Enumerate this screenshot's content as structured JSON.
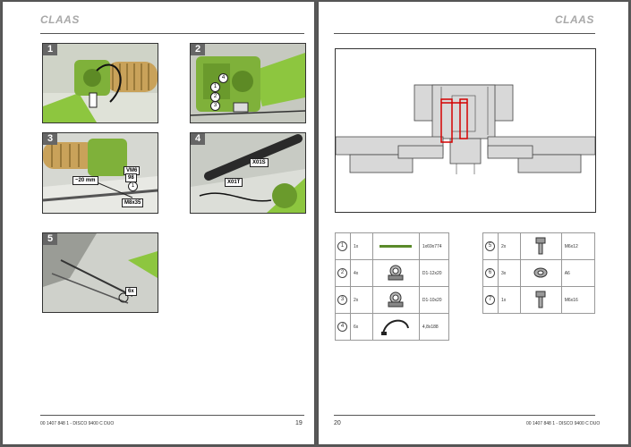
{
  "brand": "CLAAS",
  "left_page": {
    "page_number": "19",
    "footer": "00 1407 848 1 - DISCO 9400 C DUO",
    "figures": [
      {
        "number": "1",
        "callouts": []
      },
      {
        "number": "2",
        "callouts": [
          "1",
          "2",
          "3",
          "4"
        ]
      },
      {
        "number": "3",
        "callouts": [
          "VM6",
          "98",
          "1",
          "~20 mm",
          "M8x35"
        ]
      },
      {
        "number": "4",
        "callouts": [
          "X01S",
          "X01T"
        ]
      },
      {
        "number": "5",
        "callouts": [
          "6x"
        ]
      }
    ]
  },
  "right_page": {
    "page_number": "20",
    "footer": "00 1407 848 1 - DISCO 9400 C DUO",
    "parts_left": [
      {
        "index": "1",
        "qty": "1x",
        "icon": "strip-icon",
        "desc": "1x69x774"
      },
      {
        "index": "2",
        "qty": "4x",
        "icon": "clamp-icon",
        "desc": "D1-12x20"
      },
      {
        "index": "3",
        "qty": "2x",
        "icon": "clamp-icon",
        "desc": "D1-10x20"
      },
      {
        "index": "4",
        "qty": "6x",
        "icon": "cable-tie-icon",
        "desc": "4,8x188"
      }
    ],
    "parts_right": [
      {
        "index": "5",
        "qty": "2x",
        "icon": "bolt-icon",
        "desc": "M6x12"
      },
      {
        "index": "6",
        "qty": "3x",
        "icon": "nut-icon",
        "desc": "A6"
      },
      {
        "index": "7",
        "qty": "1x",
        "icon": "bolt-icon",
        "desc": "M6x16"
      }
    ]
  }
}
